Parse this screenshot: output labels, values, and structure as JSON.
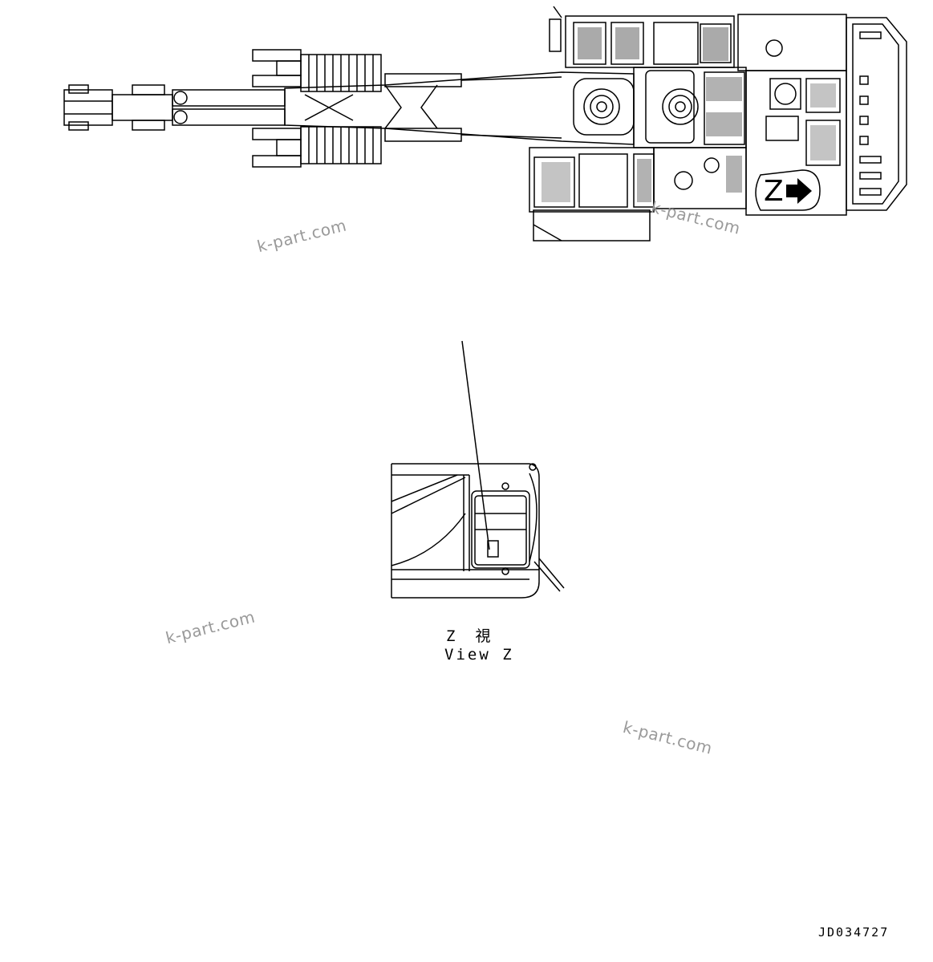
{
  "drawing": {
    "view_marker_letter": "Z",
    "view_label_jp": "Z　視",
    "view_label_en": "View Z",
    "drawing_code": "JD034727"
  },
  "watermarks": [
    "k-part.com",
    "k-part.com",
    "k-part.com",
    "k-part.com"
  ],
  "icons": {
    "view_arrow": "arrow-right-icon"
  },
  "colors": {
    "line": "#000000",
    "watermark": "#9a9a9a",
    "background": "#ffffff"
  }
}
